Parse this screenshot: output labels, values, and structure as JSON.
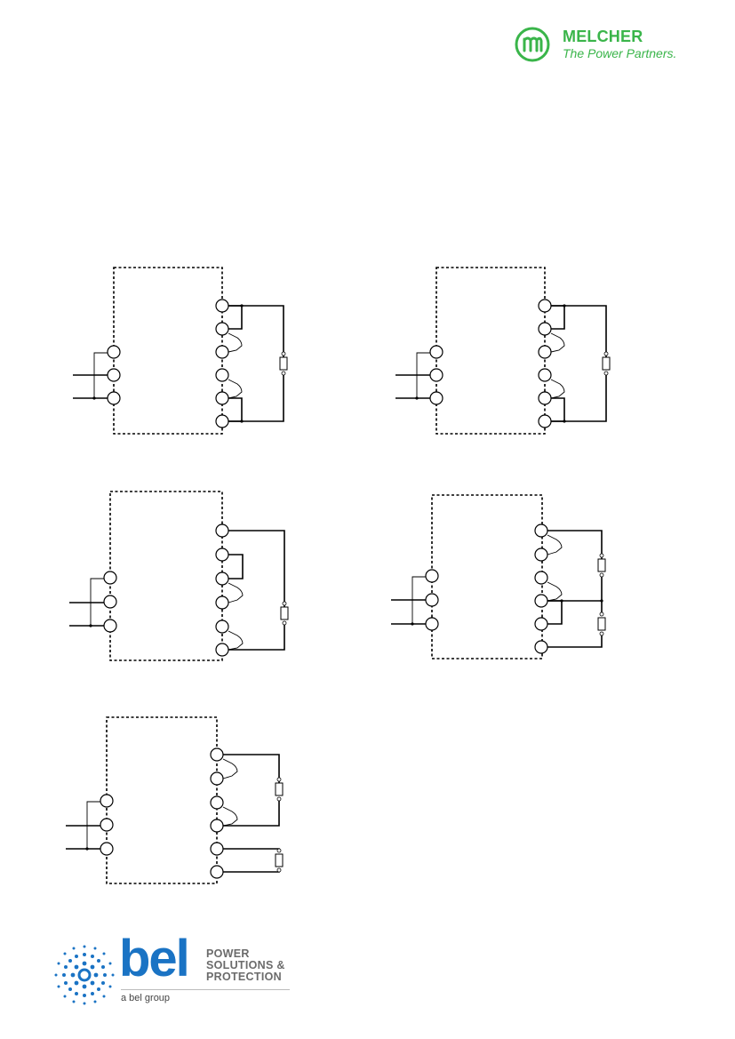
{
  "header": {
    "brand_name": "MELCHER",
    "tagline": "The Power Partners.",
    "brand_color": "#3ab54a"
  },
  "figures": [
    {
      "terminals_left": 3,
      "terminals_right": 6,
      "loads": 1
    },
    {
      "terminals_left": 3,
      "terminals_right": 6,
      "loads": 1
    },
    {
      "terminals_left": 3,
      "terminals_right": 6,
      "loads": 1
    },
    {
      "terminals_left": 3,
      "terminals_right": 6,
      "loads": 2
    },
    {
      "terminals_left": 3,
      "terminals_right": 6,
      "loads": 2
    }
  ],
  "footer": {
    "logo_word": "bel",
    "division_lines": [
      "POWER",
      "SOLUTIONS &",
      "PROTECTION"
    ],
    "group_text": "a bel group",
    "brand_color": "#1a73c4",
    "text_color": "#6b6b6b"
  }
}
